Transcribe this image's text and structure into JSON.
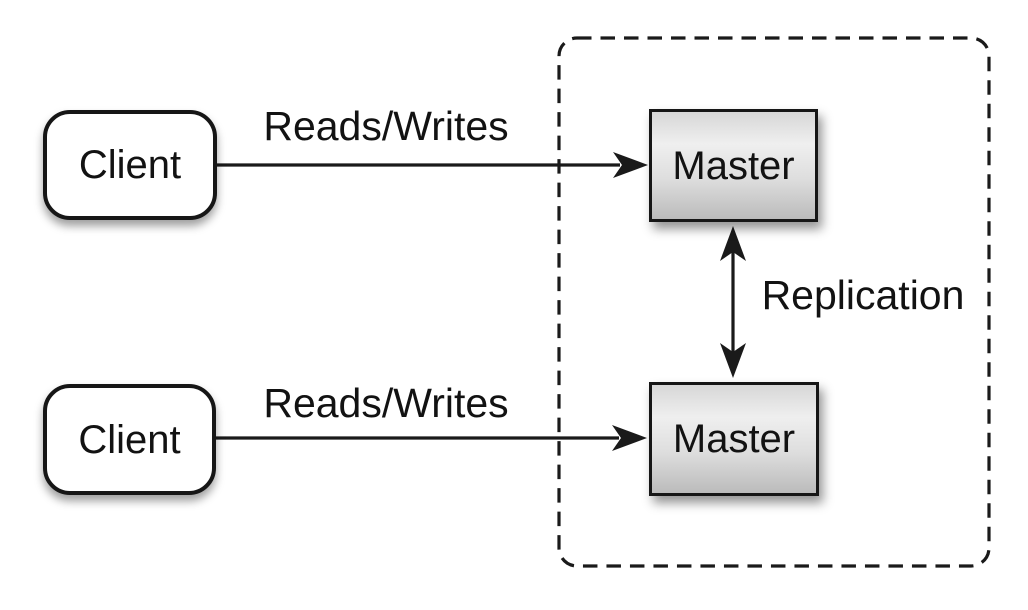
{
  "diagram": {
    "type": "architecture-diagram",
    "topic": "master-master replication",
    "cluster": {
      "id": "replication-cluster",
      "style": "dashed-rounded-rect",
      "contains": [
        "master-top",
        "master-bottom"
      ]
    },
    "nodes": [
      {
        "id": "client-top",
        "label": "Client",
        "shape": "rounded-rect",
        "fill": "#ffffff"
      },
      {
        "id": "master-top",
        "label": "Master",
        "shape": "rect",
        "fill": "gray-gradient"
      },
      {
        "id": "client-bottom",
        "label": "Client",
        "shape": "rounded-rect",
        "fill": "#ffffff"
      },
      {
        "id": "master-bottom",
        "label": "Master",
        "shape": "rect",
        "fill": "gray-gradient"
      }
    ],
    "edges": [
      {
        "id": "reads-writes-top",
        "label": "Reads/Writes",
        "from": "client-top",
        "to": "master-top",
        "arrows": "forward"
      },
      {
        "id": "reads-writes-bottom",
        "label": "Reads/Writes",
        "from": "client-bottom",
        "to": "master-bottom",
        "arrows": "forward"
      },
      {
        "id": "replication",
        "label": "Replication",
        "from": "master-top",
        "to": "master-bottom",
        "arrows": "both"
      }
    ],
    "colors": {
      "background": "#ffffff",
      "stroke": "#1a1a1a",
      "text": "#121212",
      "master_gradient_top": "#d7d7d7",
      "master_gradient_mid": "#efefef",
      "master_gradient_bottom": "#bbbbbb"
    }
  }
}
